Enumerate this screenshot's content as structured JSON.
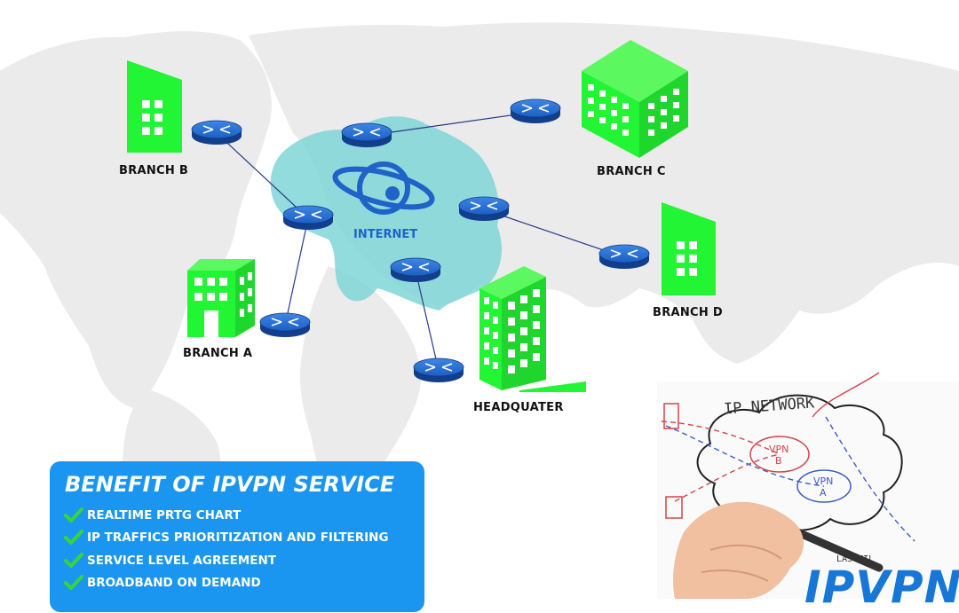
{
  "diagram": {
    "internet_label": "INTERNET",
    "nodes": {
      "branch_b": "BRANCH B",
      "branch_c": "BRANCH C",
      "branch_d": "BRANCH D",
      "branch_a": "BRANCH A",
      "headquarter": "HEADQUATER"
    }
  },
  "benefits": {
    "title": "BENEFIT OF IPVPN SERVICE",
    "items": [
      "REALTIME PRTG CHART",
      "IP TRAFFICS PRIORITIZATION AND FILTERING",
      "SERVICE LEVEL AGREEMENT",
      "BROADBAND ON DEMAND"
    ]
  },
  "illustration": {
    "network_label": "IP NETWORK",
    "vpn_b": [
      "VPN",
      "B"
    ],
    "vpn_a": [
      "VPN",
      "A"
    ],
    "lastmile_label": "LASTMIL",
    "brand": "IPVPN"
  },
  "colors": {
    "building": "#22f533",
    "cloud": "#7fd6d8",
    "router": "#1e63c4",
    "panel": "#1a96f0",
    "check": "#3ad43a",
    "brand": "#1677d6"
  }
}
